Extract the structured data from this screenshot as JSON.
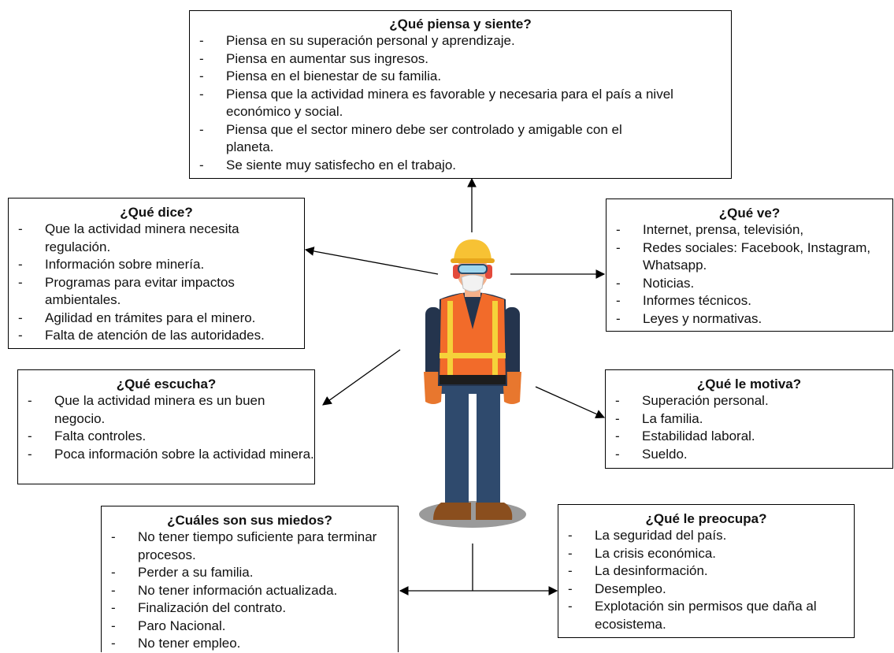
{
  "thinks_feels": {
    "title": "¿Qué piensa y siente?",
    "items": [
      "Piensa en su superación personal y aprendizaje.",
      " Piensa en aumentar sus ingresos.",
      "Piensa en el bienestar de su familia.",
      "Piensa que la actividad minera es favorable y necesaria para el país a nivel económico y social.",
      "Piensa que el sector minero debe ser controlado y amigable con el planeta.",
      "Se siente muy satisfecho en el trabajo."
    ]
  },
  "says": {
    "title": "¿Qué dice?",
    "items": [
      "Que la actividad minera necesita regulación.",
      "Información  sobre minería.",
      "Programas para evitar impactos ambientales.",
      "Agilidad en trámites para el minero.",
      "Falta de atención de las autoridades."
    ]
  },
  "sees": {
    "title": "¿Qué ve?",
    "items": [
      "Internet,  prensa, televisión,",
      "Redes sociales: Facebook, Instagram,  Whatsapp.",
      "Noticias.",
      "Informes  técnicos.",
      "Leyes y normativas."
    ]
  },
  "hears": {
    "title": "¿Qué escucha?",
    "items": [
      "Que la actividad minera es un buen negocio.",
      "Falta controles.",
      "Poca información sobre la actividad minera."
    ]
  },
  "motivates": {
    "title": "¿Qué le motiva?",
    "items": [
      "Superación personal.",
      "La familia.",
      "Estabilidad laboral.",
      "Sueldo."
    ]
  },
  "fears": {
    "title": "¿Cuáles son sus miedos?",
    "items": [
      " No tener tiempo suficiente para terminar procesos.",
      "Perder a su familia.",
      "No tener información actualizada.",
      "Finalización del contrato.",
      "Paro Nacional.",
      "No tener empleo."
    ]
  },
  "worries": {
    "title": "¿Qué le preocupa?",
    "items": [
      "La seguridad del país.",
      "La crisis económica.",
      "La desinformación.",
      "Desempleo.",
      "Explotación sin permisos que daña al ecosistema."
    ]
  },
  "colors": {
    "helmet": "#f7c234",
    "vest": "#f26b2a",
    "reflective_stripe": "#f5d23a",
    "shirt": "#24344d",
    "pants": "#2f4a6d",
    "skin": "#f4b08a",
    "gloves": "#e8772e",
    "boots": "#8a4e1e",
    "shadow": "#9a9a9a"
  }
}
